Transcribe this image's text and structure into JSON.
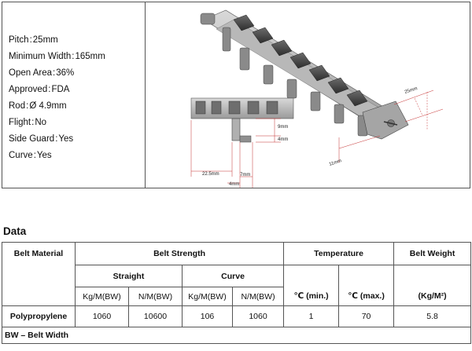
{
  "specs": [
    {
      "label": "Pitch",
      "sep": ":",
      "value": "25mm"
    },
    {
      "label": "Minimum Width",
      "sep": ":",
      "value": "165mm"
    },
    {
      "label": "Open Area",
      "sep": ":",
      "value": "36%"
    },
    {
      "label": "Approved",
      "sep": ":",
      "value": "FDA"
    },
    {
      "label": "Rod",
      "sep": ":",
      "value": "Ø 4.9mm"
    },
    {
      "label": "Flight",
      "sep": ":",
      "value": "No"
    },
    {
      "label": "Side Guard",
      "sep": ":",
      "value": "Yes"
    },
    {
      "label": "Curve",
      "sep": ":",
      "value": "Yes"
    }
  ],
  "drawing": {
    "dims": {
      "pitch": "25mm",
      "rod_offset": "11mm",
      "h9": "9mm",
      "h4": "4mm",
      "w22": "22.5mm",
      "w7": "7mm",
      "w4": "4mm"
    }
  },
  "data_section": {
    "title": "Data",
    "headers": {
      "material": "Belt Material",
      "strength": "Belt Strength",
      "temperature": "Temperature",
      "weight": "Belt Weight",
      "straight": "Straight",
      "curve": "Curve",
      "kg_bw_1": "Kg/M(BW)",
      "n_bw_1": "N/M(BW)",
      "kg_bw_2": "Kg/M(BW)",
      "n_bw_2": "N/M(BW)",
      "min": "℃ (min.)",
      "max": "℃ (max.)",
      "weight_unit": "(Kg/M²)"
    },
    "row": {
      "material": "Polypropylene",
      "straight_kg": "1060",
      "straight_n": "10600",
      "curve_kg": "106",
      "curve_n": "1060",
      "temp_min": "1",
      "temp_max": "70",
      "weight": "5.8"
    },
    "footnote": "BW – Belt Width"
  }
}
